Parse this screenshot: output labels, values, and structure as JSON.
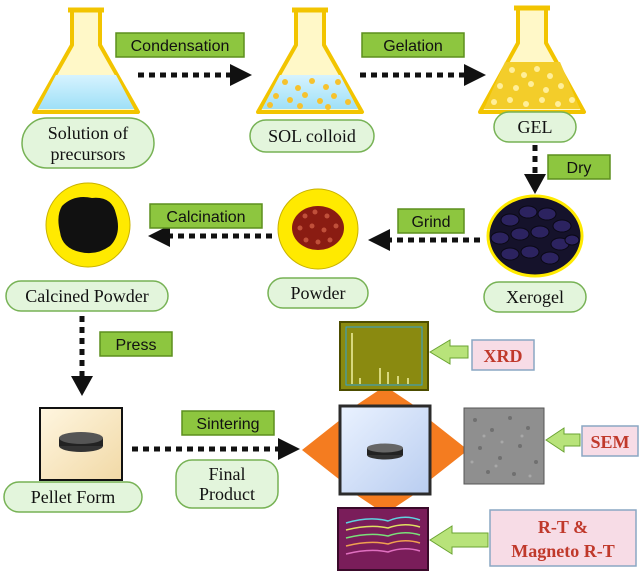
{
  "steps": {
    "condensation": "Condensation",
    "gelation": "Gelation",
    "dry": "Dry",
    "grind": "Grind",
    "calcination": "Calcination",
    "press": "Press",
    "sintering": "Sintering"
  },
  "nodes": {
    "solution_line1": "Solution of",
    "solution_line2": "precursors",
    "sol": "SOL colloid",
    "gel": "GEL",
    "xerogel": "Xerogel",
    "powder": "Powder",
    "calcined": "Calcined Powder",
    "pellet": "Pellet Form",
    "final_line1": "Final",
    "final_line2": "Product"
  },
  "characterization": {
    "xrd": "XRD",
    "sem": "SEM",
    "rt_line1": "R-T &",
    "rt_line2": "Magneto R-T"
  },
  "colors": {
    "step_fill": "#8dc63f",
    "node_fill": "#e3f5dc",
    "circle_yellow": "#ffea00",
    "arrow_orange": "#f47c20",
    "label_pink": "#f7dce6",
    "label_text": "#c0392b"
  }
}
